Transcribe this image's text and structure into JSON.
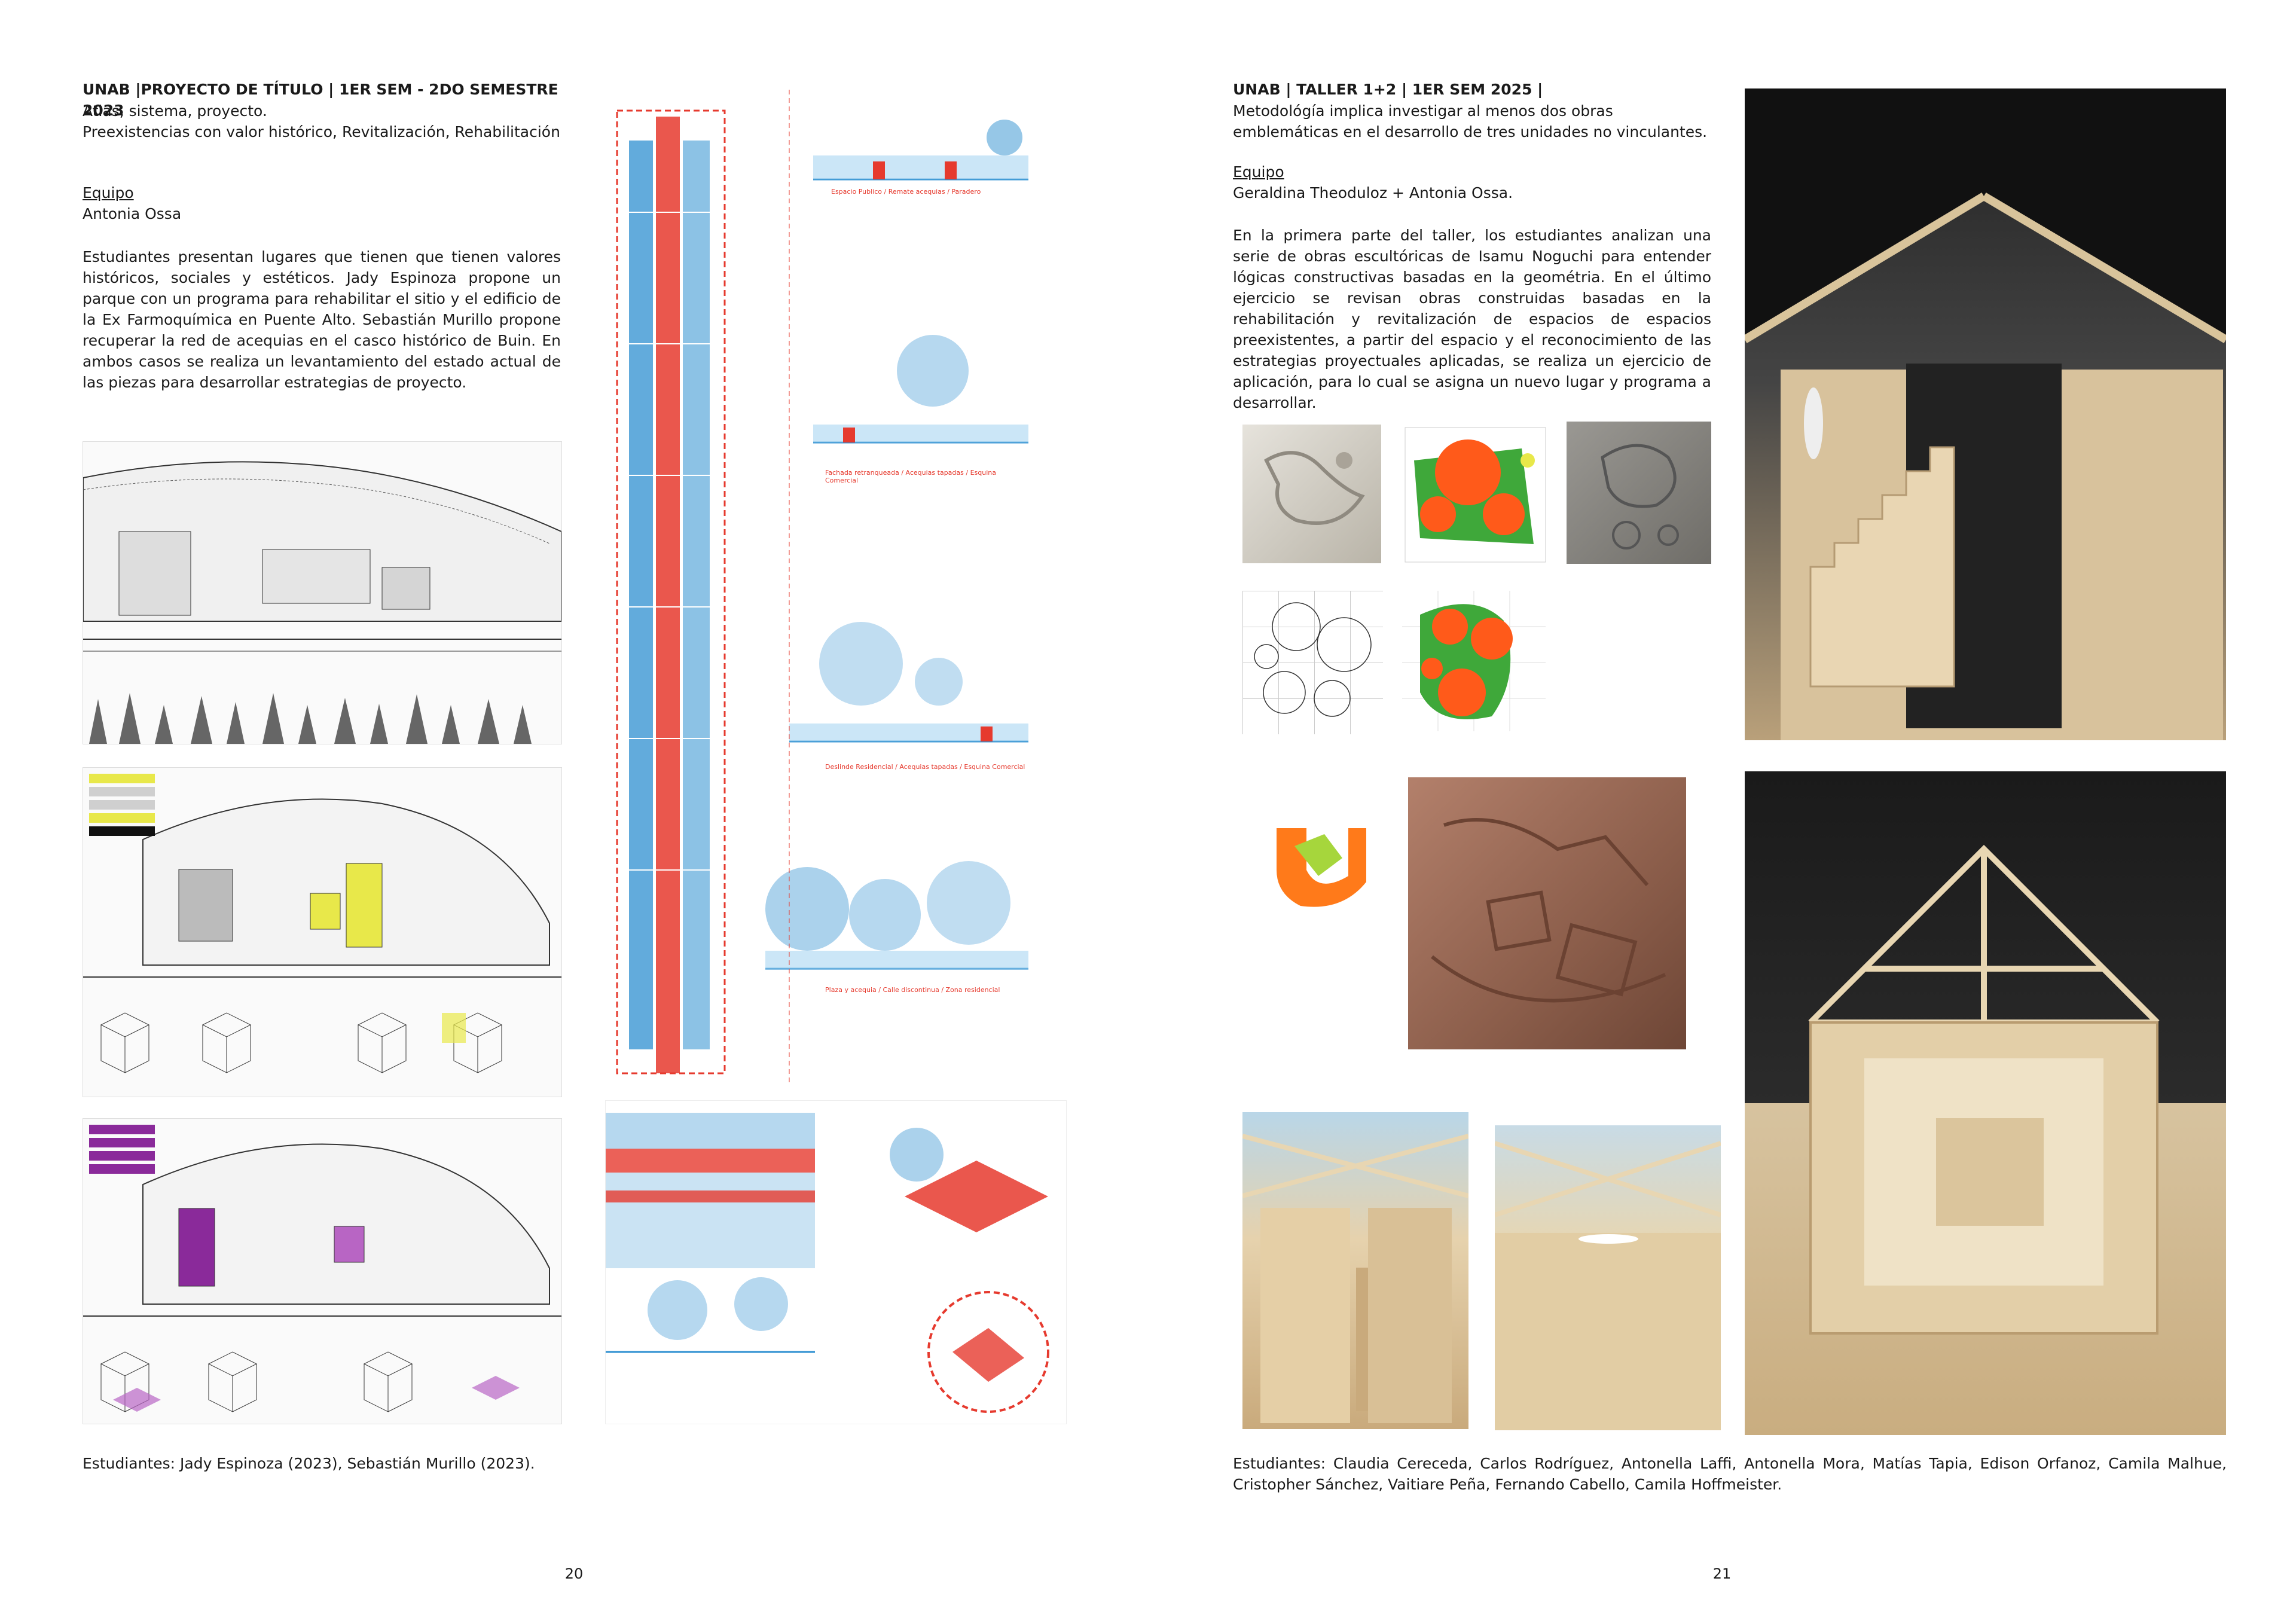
{
  "left_page": {
    "heading": "UNAB |PROYECTO DE TÍTULO | 1ER SEM - 2DO SEMESTRE 2023",
    "line1": "Atlas, sistema, proyecto.",
    "line2": "Preexistencias con valor histórico, Revitalización, Rehabilitación",
    "team_label": "Equipo",
    "team_name": "Antonia Ossa",
    "body": "Estudiantes presentan lugares que tienen que tienen valores históricos, sociales y estéticos. Jady Espinoza propone un parque con un programa para rehabilitar el sitio y el edificio de la Ex Farmoquímica en Puente Alto. Sebastián Murillo propone recuperar la red de acequias en el casco histórico de Buin. En ambos casos se realiza un levantamiento del estado actual de las piezas para desarrollar estrategias de proyecto.",
    "students": "Estudiantes: Jady Espinoza (2023), Sebastián Murillo (2023).",
    "page_number": "20",
    "section_captions": [
      "Espacio Publico / Remate acequias / Paradero",
      "Fachada retranqueada / Acequias tapadas / Esquina Comercial",
      "Deslinde Residencial / Acequias tapadas / Esquina Comercial",
      "Plaza y acequia / Calle discontinua / Zona residencial"
    ]
  },
  "right_page": {
    "heading": "UNAB | TALLER 1+2  | 1ER SEM 2025 |",
    "intro": "Metodológía implica investigar al menos dos obras emblemáticas en el desarrollo de tres unidades no vinculantes.",
    "team_label": "Equipo",
    "team_name": "Geraldina Theoduloz + Antonia Ossa.",
    "body": "En la primera parte del taller, los estudiantes analizan una serie de obras escultóricas de Isamu Noguchi para entender  lógicas constructivas basadas en la geométria. En el último ejercicio se revisan obras construidas basadas en la rehabilitación y revitalización de espacios de espacios preexistentes, a partir del espacio y el reconocimiento de las estrategias proyectuales aplicadas, se realiza un ejercicio de aplicación, para lo cual se asigna un nuevo lugar y programa a desarrollar.",
    "students": "Estudiantes: Claudia Cereceda, Carlos Rodríguez, Antonella Laffi, Antonella Mora, Matías Tapia, Edison Orfanoz, Camila Malhue, Cristopher Sánchez, Vaitiare Peña, Fernando Cabello, Camila Hoffmeister.",
    "page_number": "21"
  },
  "colors": {
    "red": "#e63a2e",
    "blue": "#2d8fd0",
    "orange": "#ff5a1a",
    "green": "#3fa83a",
    "yellow": "#e8e84a",
    "purple": "#8a2a9a"
  }
}
